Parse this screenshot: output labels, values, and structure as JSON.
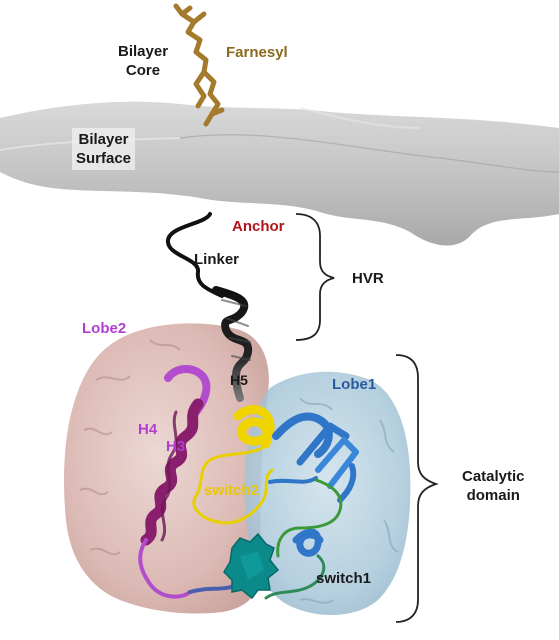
{
  "labels": {
    "bilayer_core": "Bilayer\nCore",
    "farnesyl": "Farnesyl",
    "bilayer_surface": "Bilayer\nSurface",
    "anchor": "Anchor",
    "linker": "Linker",
    "hvr": "HVR",
    "lobe2": "Lobe2",
    "lobe1": "Lobe1",
    "h5": "H5",
    "h4": "H4",
    "h3": "H3",
    "switch2": "switch2",
    "catalytic_domain": "Catalytic\ndomain",
    "switch1": "switch1"
  },
  "colors": {
    "farnesyl": "#8b6a1f",
    "anchor": "#b0161b",
    "lobe2": "#b23fd0",
    "lobe1": "#2a5aa0",
    "helix_purple": "#8a1f6e",
    "switch2": "#e8d000",
    "switch1": "#3a9a3a",
    "lobe1_helix": "#2f76c8",
    "gtp_teal": "#0c8a8a",
    "membrane": "#bdbdbd"
  }
}
